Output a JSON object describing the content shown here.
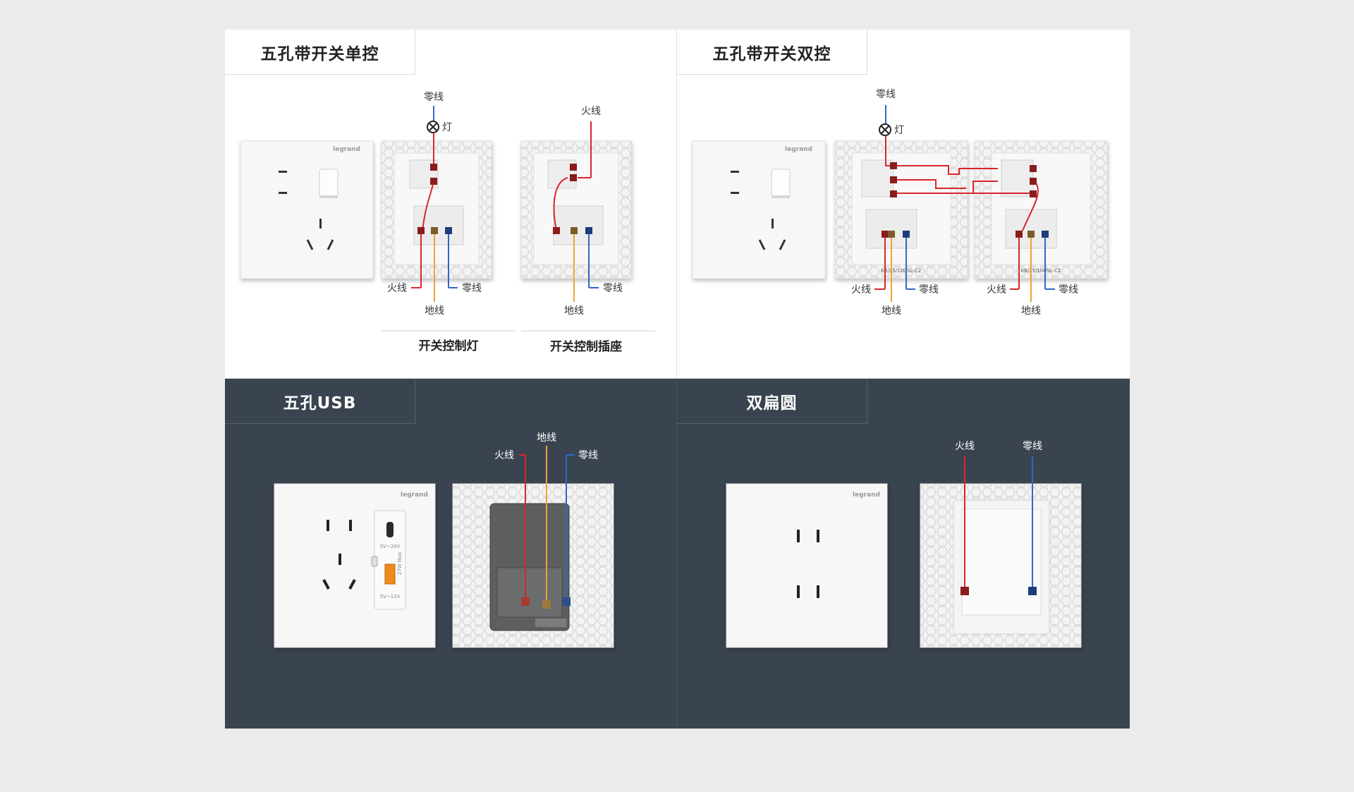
{
  "panels": {
    "single": {
      "title": "五孔带开关单控",
      "labels": {
        "neutral_top": "零线",
        "lamp": "灯",
        "live_top": "火线",
        "live_left_a": "火线",
        "neutral_a": "零线",
        "ground_a": "地线",
        "neutral_b": "零线",
        "ground_b": "地线"
      },
      "captions": {
        "light": "开关控制灯",
        "socket": "开关控制插座"
      },
      "brand": "legrand"
    },
    "double": {
      "title": "五孔带开关双控",
      "labels": {
        "neutral_top": "零线",
        "lamp": "灯",
        "live_a": "火线",
        "neutral_a": "零线",
        "ground_a": "地线",
        "live_b": "火线",
        "neutral_b": "零线",
        "ground_b": "地线"
      },
      "model": "K8/25/10USL-C2",
      "brand": "legrand"
    },
    "usb": {
      "title": "五孔USB",
      "labels": {
        "live": "火线",
        "ground": "地线",
        "neutral": "零线"
      },
      "port_c": "5V~20V",
      "port_a": "5V~12V",
      "power": "27W Max",
      "brand": "legrand"
    },
    "flat_round": {
      "title": "双扁圆",
      "labels": {
        "live": "火线",
        "neutral": "零线"
      },
      "brand": "legrand"
    }
  },
  "colors": {
    "live": "#d8262b",
    "neutral": "#2f68c8",
    "ground": "#f2a033",
    "dark_bg": "#3a4450"
  }
}
